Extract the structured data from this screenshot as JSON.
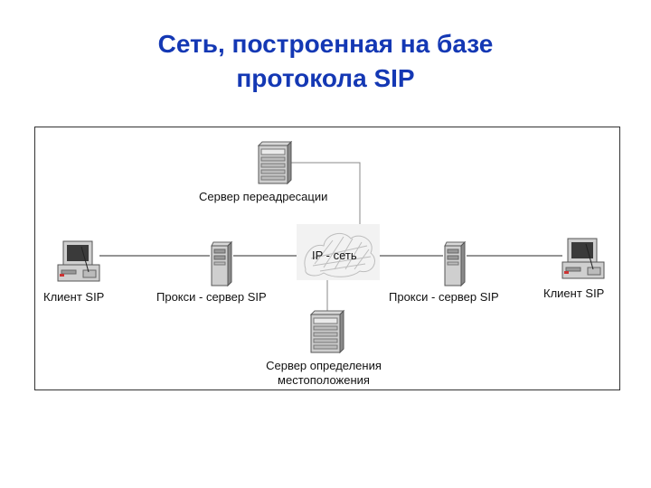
{
  "slide": {
    "title_line1": "Сеть, построенная на базе",
    "title_line2": "протокола SIP"
  },
  "diagram": {
    "redirect_server": "Сервер переадресации",
    "network": "IP - сеть",
    "client_left": "Клиент SIP",
    "proxy_left": "Прокси - сервер SIP",
    "proxy_right": "Прокси - сервер SIP",
    "client_right": "Клиент SIP",
    "location_server_line1": "Сервер определения",
    "location_server_line2": "местоположения"
  },
  "colors": {
    "title": "#1438b4",
    "line": "#555555"
  },
  "icons": [
    "desktop-computer-icon",
    "tower-server-icon",
    "rack-server-icon",
    "network-cloud-icon"
  ]
}
